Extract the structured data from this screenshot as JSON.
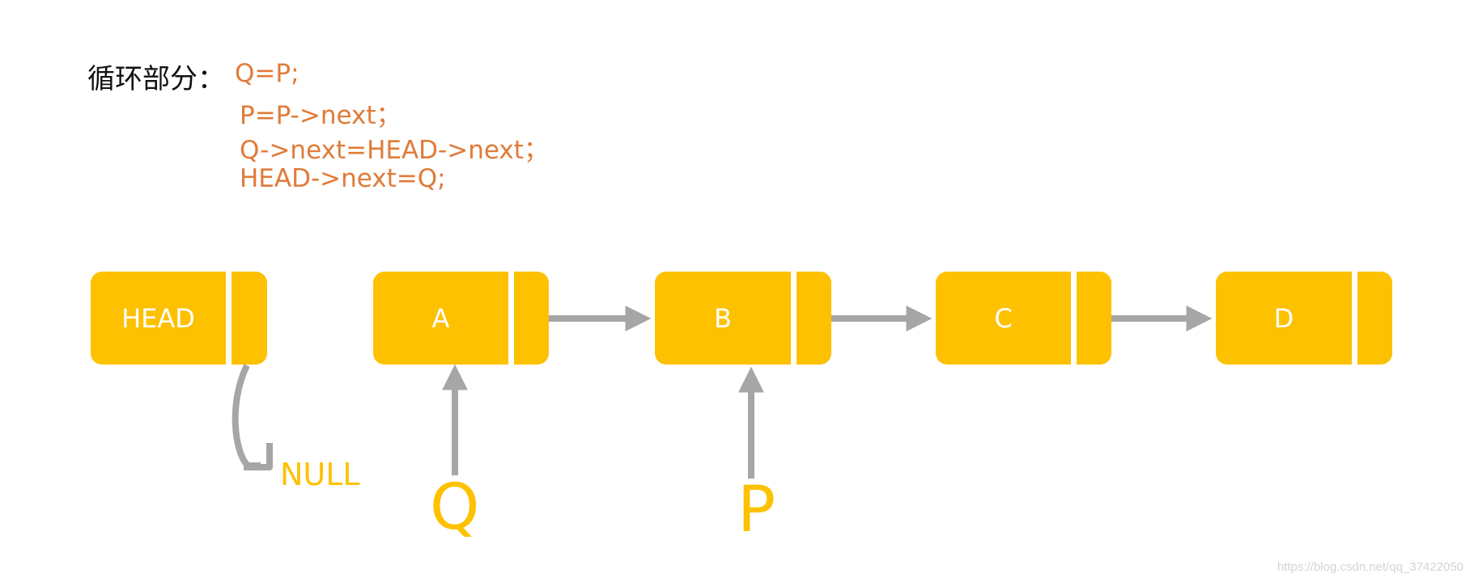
{
  "colors": {
    "node_fill": "#FDC100",
    "arrow": "#A6A6A6",
    "code_text": "#E07B39",
    "label_text": "#111111",
    "pointer_text": "#FDC100",
    "node_text": "#FFFFFF",
    "watermark": "#D4D4D4"
  },
  "code": {
    "label": "循环部分：",
    "lines": [
      "Q=P;",
      "P=P->next；",
      "Q->next=HEAD->next；",
      "HEAD->next=Q;"
    ]
  },
  "nodes": [
    {
      "id": "head",
      "label": "HEAD"
    },
    {
      "id": "a",
      "label": "A"
    },
    {
      "id": "b",
      "label": "B"
    },
    {
      "id": "c",
      "label": "C"
    },
    {
      "id": "d",
      "label": "D"
    }
  ],
  "edges": [
    {
      "from": "a",
      "to": "b"
    },
    {
      "from": "b",
      "to": "c"
    },
    {
      "from": "c",
      "to": "d"
    },
    {
      "from": "head",
      "to": "null"
    }
  ],
  "pointers": [
    {
      "name": "Q",
      "target": "a"
    },
    {
      "name": "P",
      "target": "b"
    }
  ],
  "null_label": "NULL",
  "watermark": "https://blog.csdn.net/qq_37422050"
}
